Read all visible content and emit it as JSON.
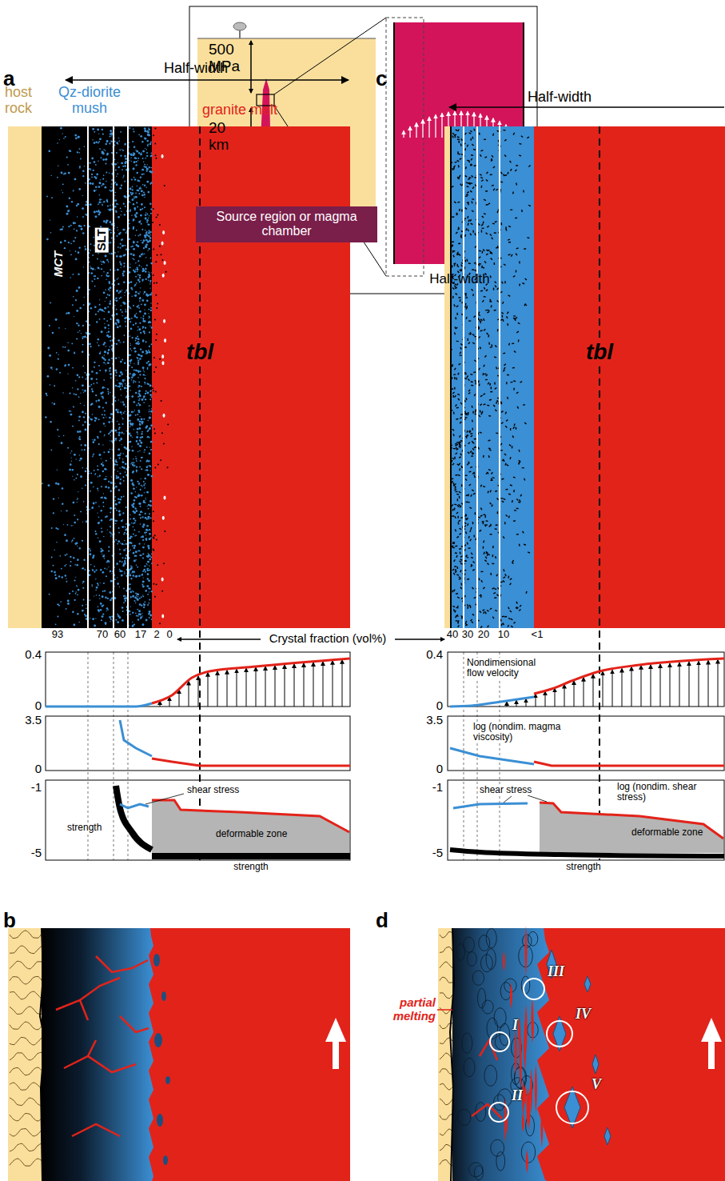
{
  "diagram": {
    "nodes": [
      {
        "text": [
          "Source region or magma chamber"
        ]
      },
      {
        "text": [
          "I"
        ]
      },
      {
        "text": [
          "II"
        ]
      },
      {
        "text": [
          "III"
        ]
      },
      {
        "text": [
          "IV"
        ]
      },
      {
        "text": [
          "V"
        ]
      }
    ],
    "labels": [
      "500 MPa",
      "20 km",
      "Half-width",
      "a",
      "Half-width",
      "host rock",
      "Qz-diorite mush",
      "granite melt",
      "MCT",
      "SLT",
      "tbl",
      "93",
      "70",
      "60",
      "17",
      "2",
      "0",
      "Crystal fraction (vol%)",
      "c",
      "Half-width",
      "tbl",
      "40",
      "30",
      "20",
      "10",
      "<1",
      "0.4",
      "0",
      "Nondimensional flow velocity",
      "0.4",
      "0",
      "3.5",
      "0",
      "log (nondim. magma viscosity)",
      "3.5",
      "0",
      "-1",
      "-5",
      "shear stress",
      "strength",
      "deformable zone",
      "strength",
      "log (nondim. shear stress)",
      "-1",
      "-5",
      "shear stress",
      "deformable zone",
      "strength",
      "b",
      "d",
      "partial melting"
    ]
  }
}
